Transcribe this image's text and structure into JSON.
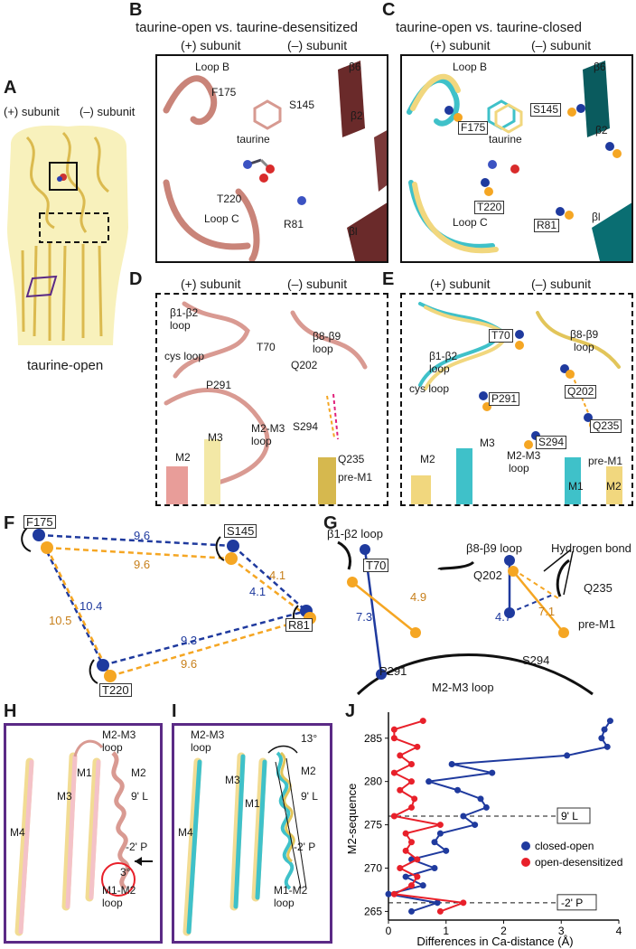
{
  "panel_letters": {
    "A": "A",
    "B": "B",
    "C": "C",
    "D": "D",
    "E": "E",
    "F": "F",
    "G": "G",
    "H": "H",
    "I": "I",
    "J": "J"
  },
  "panelA": {
    "plus_subunit": "(+) subunit",
    "minus_subunit": "(–) subunit",
    "caption": "taurine-open"
  },
  "panelB": {
    "title": "taurine-open vs. taurine-desensitized",
    "plus": "(+) subunit",
    "minus": "(–) subunit",
    "labels": {
      "loopB": "Loop B",
      "f175": "F175",
      "s145": "S145",
      "b6": "β6",
      "b2": "β2",
      "taurine": "taurine",
      "t220": "T220",
      "loopC": "Loop C",
      "r81": "R81",
      "b1": "βl"
    }
  },
  "panelC": {
    "title": "taurine-open vs. taurine-closed",
    "plus": "(+) subunit",
    "minus": "(–) subunit",
    "labels": {
      "loopB": "Loop B",
      "f175": "F175",
      "s145": "S145",
      "b6": "β6",
      "b2": "β2",
      "taurine": "taurine",
      "t220": "T220",
      "loopC": "Loop C",
      "r81": "R81",
      "b1": "βl"
    }
  },
  "panelD": {
    "plus": "(+) subunit",
    "minus": "(–) subunit",
    "labels": {
      "b1b2": "β1-β2",
      "loop1": "loop",
      "t70": "T70",
      "cys": "cys loop",
      "b8b9": "β8-β9",
      "loop2": "loop",
      "q202": "Q202",
      "p291": "P291",
      "m3": "M3",
      "m2m3": "M2-M3",
      "loop3": "loop",
      "s294": "S294",
      "m2": "M2",
      "q235": "Q235",
      "prem1": "pre-M1"
    }
  },
  "panelE": {
    "plus": "(+) subunit",
    "minus": "(–) subunit",
    "labels": {
      "t70": "T70",
      "b8b9": "β8-β9",
      "loop1": "loop",
      "b1b2": "β1-β2",
      "loop2": "loop",
      "cys": "cys loop",
      "p291": "P291",
      "q202": "Q202",
      "q235": "Q235",
      "s294": "S294",
      "prem1": "pre-M1",
      "m3": "M3",
      "m2m3": "M2-M3",
      "loop3": "loop",
      "m2a": "M2",
      "m1": "M1",
      "m2b": "M2"
    }
  },
  "panelF": {
    "labels": {
      "f175": "F175",
      "s145": "S145",
      "r81": "R81",
      "t220": "T220"
    },
    "distances": {
      "top_blue": "9.6",
      "top_orange": "9.6",
      "right_orange": "4.1",
      "right_blue": "4.1",
      "left_blue": "10.4",
      "left_orange": "10.5",
      "bottom_blue": "9.3",
      "bottom_orange": "9.6"
    }
  },
  "panelG": {
    "labels": {
      "b1b2": "β1-β2 loop",
      "t70": "T70",
      "p291": "P291",
      "b8b9": "β8-β9 loop",
      "hbond": "Hydrogen bond",
      "q202": "Q202",
      "q235": "Q235",
      "prem1": "pre-M1",
      "s294": "S294",
      "m2m3": "M2-M3 loop"
    },
    "distances": {
      "left_orange": "4.9",
      "left_blue": "7.3",
      "right_blue": "4.7",
      "right_orange": "7.1"
    }
  },
  "panelH": {
    "labels": {
      "m2m3": "M2-M3",
      "loop1": "loop",
      "m1": "M1",
      "m2": "M2",
      "m3": "M3",
      "m4": "M4",
      "l9": "9' L",
      "p2": "-2' P",
      "deg": "3°",
      "m1m2": "M1-M2",
      "loop2": "loop"
    }
  },
  "panelI": {
    "labels": {
      "m2m3": "M2-M3",
      "loop1": "loop",
      "deg": "13°",
      "m2": "M2",
      "m3": "M3",
      "m1": "M1",
      "m4": "M4",
      "l9": "9' L",
      "p2": "-2' P",
      "m1m2": "M1-M2",
      "loop2": "loop"
    }
  },
  "colors": {
    "blue": "#1f3a9e",
    "orange": "#f5a623",
    "red": "#e8202a",
    "salmon": "#d99a92",
    "yellow": "#f1d77e",
    "cyan": "#3fc1c9",
    "purple": "#5b2a86"
  },
  "chart_data": {
    "type": "line",
    "xlabel": "Differences in Ca-distance (Å)",
    "ylabel": "M2-sequence",
    "xlim": [
      0,
      4
    ],
    "ylim": [
      264,
      288
    ],
    "xticks": [
      "0",
      "1",
      "2",
      "3",
      "4"
    ],
    "yticks": [
      "265",
      "270",
      "275",
      "280",
      "285"
    ],
    "hlines": [
      {
        "y": 276,
        "label": "9' L"
      },
      {
        "y": 266,
        "label": "-2' P"
      }
    ],
    "legend_position": "lower-right",
    "series": [
      {
        "name": "closed-open",
        "color": "#1f3a9e",
        "y": [
          265,
          266,
          267,
          268,
          269,
          270,
          271,
          272,
          273,
          274,
          275,
          276,
          277,
          278,
          279,
          280,
          281,
          282,
          283,
          284,
          285,
          286,
          287
        ],
        "x": [
          0.4,
          0.85,
          0.0,
          0.6,
          0.3,
          0.8,
          0.4,
          1.0,
          0.8,
          0.9,
          1.5,
          1.3,
          1.7,
          1.6,
          1.2,
          0.7,
          1.8,
          1.1,
          3.1,
          3.8,
          3.7,
          3.75,
          3.85
        ]
      },
      {
        "name": "open-desensitized",
        "color": "#e8202a",
        "y": [
          265,
          266,
          267,
          268,
          269,
          270,
          271,
          272,
          273,
          274,
          275,
          276,
          277,
          278,
          279,
          280,
          281,
          282,
          283,
          284,
          285,
          286,
          287
        ],
        "x": [
          0.9,
          1.3,
          0.1,
          0.4,
          0.5,
          0.2,
          0.5,
          0.3,
          0.4,
          0.3,
          0.9,
          0.1,
          0.4,
          0.45,
          0.2,
          0.4,
          0.1,
          0.4,
          0.2,
          0.5,
          0.1,
          0.1,
          0.6
        ]
      }
    ]
  }
}
